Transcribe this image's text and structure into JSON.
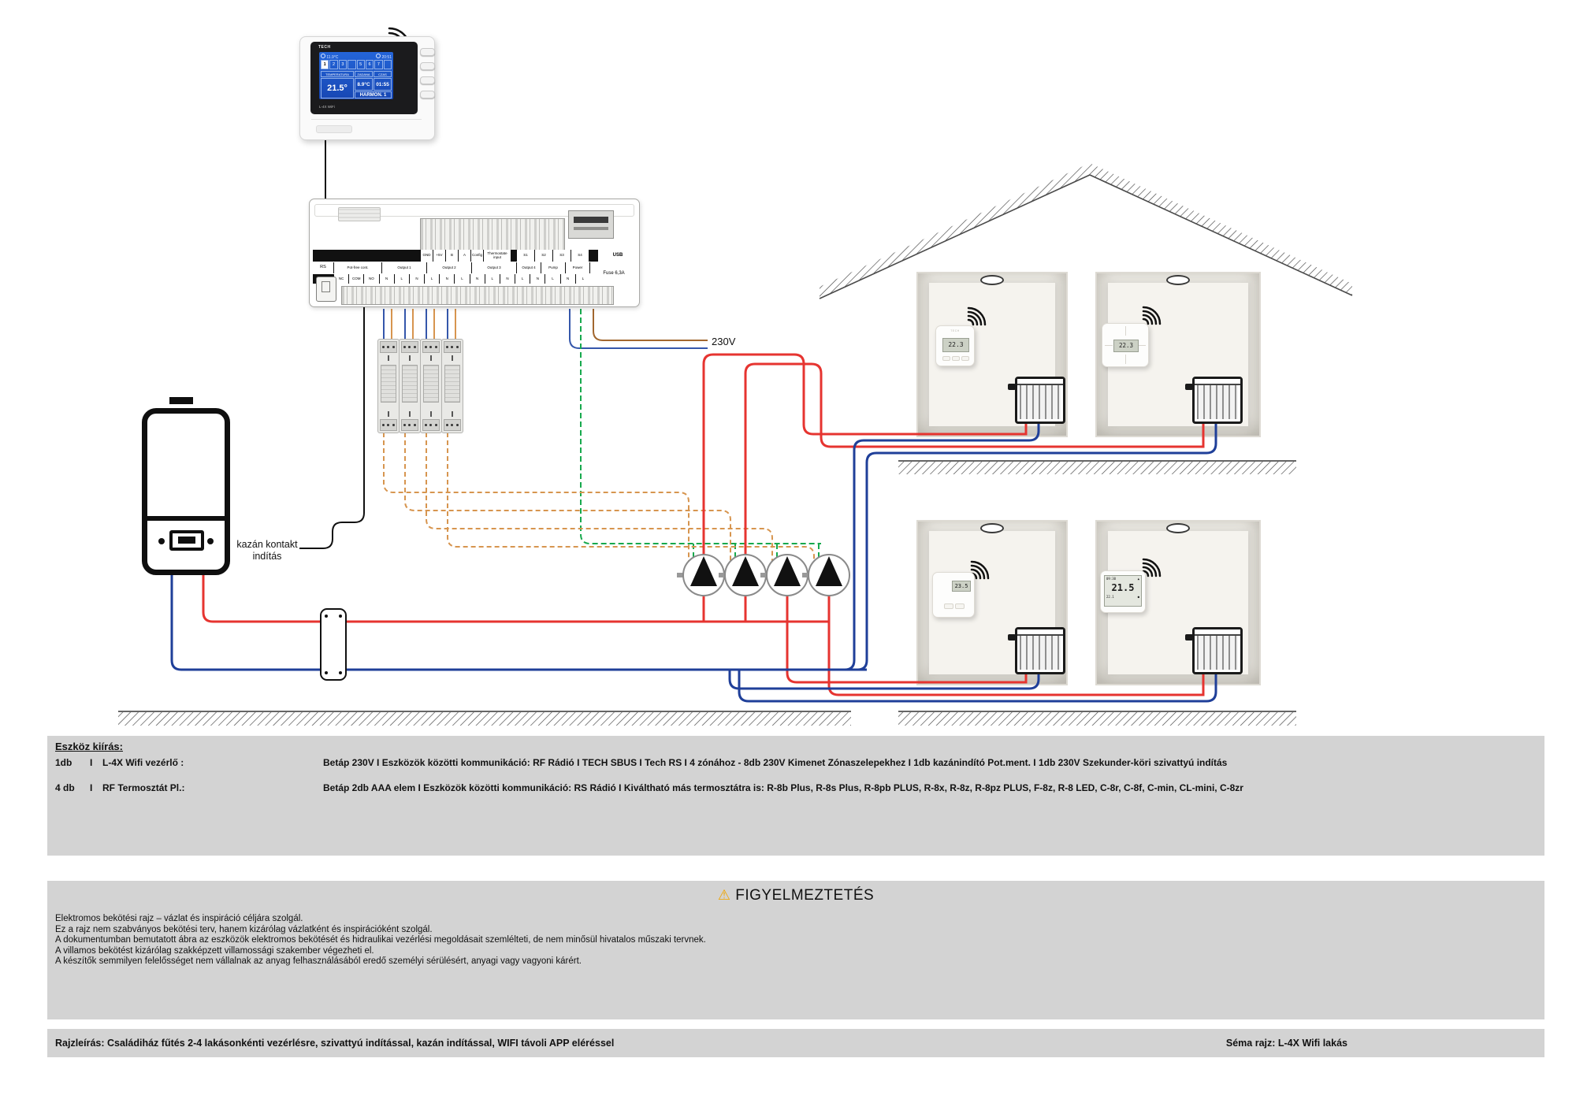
{
  "colors": {
    "pipe_red": "#e63430",
    "wire_blue": "#3557ab",
    "pipe_navy": "#1f3f99",
    "wire_green": "#17a94d",
    "wire_orange": "#d7954f",
    "wire_brown": "#a2672f",
    "band_gray": "#d3d3d3",
    "warning_yellow": "#f0a500"
  },
  "controller": {
    "brand": "TECH",
    "model": "L-4X WiFi",
    "status_temp": "11.9°C",
    "status_time": "20:51",
    "zones": [
      "1",
      "2",
      "3",
      "",
      "5",
      "6",
      "7",
      ""
    ],
    "col_temperatura": "TEMPERATURA",
    "col_zadana": "ZADANA",
    "col_czas": "CZAS",
    "temp_value": "21.5°",
    "zadana_value": "8.9°C",
    "czas_value": "01:55",
    "harmon": "HARMON. 1"
  },
  "module": {
    "top_labels": [
      "GND",
      "+5V",
      "B",
      "A",
      "Config"
    ],
    "thermostat_input": "Thermostate input",
    "s_labels": [
      "S1",
      "S2",
      "S3",
      "S4"
    ],
    "usb": "USB",
    "rs": "RS",
    "potfree": "Pot-free cont.",
    "output1": "Output 1",
    "output2": "Output 2",
    "output3": "Output 3",
    "output4": "Output 4",
    "pump": "Pump",
    "power": "Power",
    "fuse": "Fuse 6,3A",
    "row_c": [
      "NC",
      "COM",
      "NO",
      "N",
      "L",
      "N",
      "L",
      "N",
      "L",
      "N",
      "L",
      "N",
      "L",
      "N",
      "L",
      "N",
      "L"
    ]
  },
  "labels": {
    "mains": "230V",
    "boiler_line1": "kazán kontakt",
    "boiler_line2": "indítás"
  },
  "thermostats": {
    "t1": "22.3",
    "t2": "22.3",
    "t3": "23.5",
    "t4_time": "09:30",
    "t4_main": "21.5",
    "t4_sub": "22.1"
  },
  "device_list": {
    "title": "Eszköz kiírás:",
    "rows": [
      {
        "qty": "1db",
        "sep": "I",
        "name": "L-4X Wifi vezérlő :",
        "desc": "Betáp 230V I Eszközök közötti kommunikáció: RF Rádió I  TECH SBUS I  Tech RS I 4 zónához - 8db 230V Kimenet Zónaszelepekhez I 1db kazánindító Pot.ment. I 1db 230V Szekunder-köri szivattyú indítás"
      },
      {
        "qty": "4 db",
        "sep": "I",
        "name": "RF Termosztát Pl.:",
        "desc": "Betáp 2db AAA elem I Eszközök közötti kommunikáció: RS Rádió I Kiváltható más termosztátra is: R-8b Plus, R-8s Plus, R-8pb PLUS, R-8x, R-8z, R-8pz PLUS, F-8z, R-8 LED, C-8r, C-8f, C-min, CL-mini, C-8zr"
      }
    ]
  },
  "warning": {
    "icon": "⚠",
    "title": "FIGYELMEZTETÉS",
    "lines": [
      "Elektromos bekötési rajz – vázlat és inspiráció céljára szolgál.",
      "Ez a rajz nem szabványos bekötési terv, hanem kizárólag vázlatként és inspirációként szolgál.",
      "A dokumentumban bemutatott ábra az eszközök elektromos bekötését és hidraulikai vezérlési megoldásait szemlélteti, de nem minősül hivatalos műszaki tervnek.",
      "A villamos bekötést kizárólag szakképzett villamossági szakember végezheti el.",
      "A készítők semmilyen felelősséget nem vállalnak az anyag felhasználásából eredő személyi sérülésért, anyagi vagy vagyoni kárért."
    ]
  },
  "footer": {
    "left": "Rajzleírás: Családiház fűtés 2-4 lakásonkénti vezérlésre, szivattyú indítással, kazán indítással, WIFI távoli APP eléréssel",
    "right": "Séma rajz:  L-4X Wifi lakás"
  }
}
